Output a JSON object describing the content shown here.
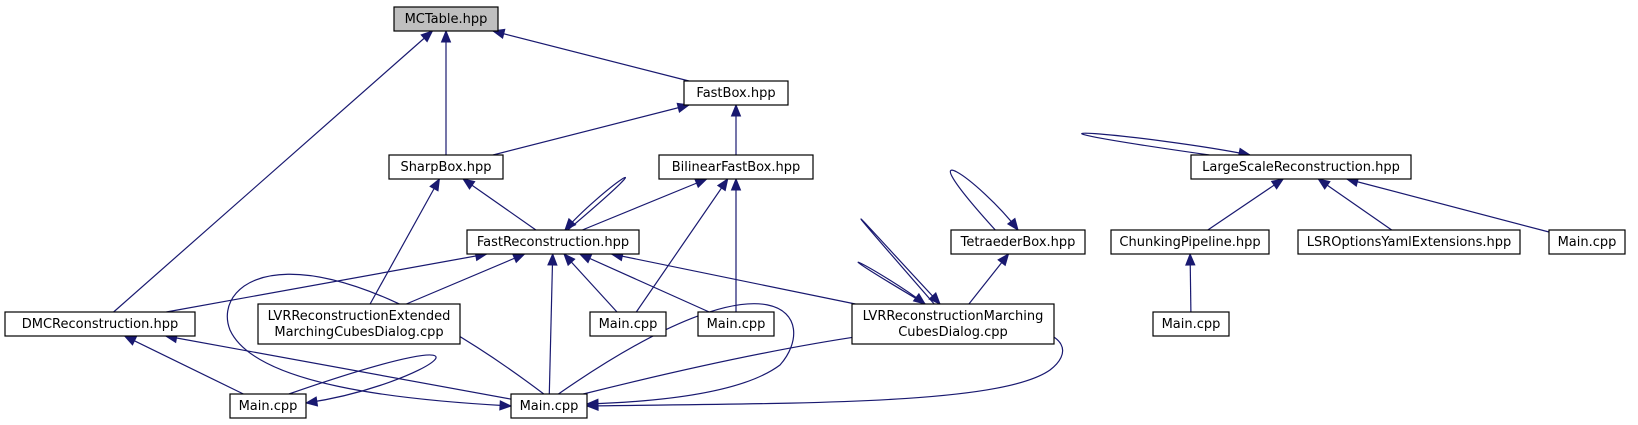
{
  "colors": {
    "edge": "#191970",
    "node_fill": "#ffffff",
    "highlight_fill": "#bfbfbf",
    "border": "#000000"
  },
  "nodes": [
    {
      "id": "mctable",
      "lines": [
        "MCTable.hpp"
      ],
      "highlight": true
    },
    {
      "id": "fastbox",
      "lines": [
        "FastBox.hpp"
      ]
    },
    {
      "id": "sharpbox",
      "lines": [
        "SharpBox.hpp"
      ]
    },
    {
      "id": "bilinear",
      "lines": [
        "BilinearFastBox.hpp"
      ]
    },
    {
      "id": "largescale",
      "lines": [
        "LargeScaleReconstruction.hpp"
      ]
    },
    {
      "id": "fastrecon",
      "lines": [
        "FastReconstruction.hpp"
      ]
    },
    {
      "id": "tetraeder",
      "lines": [
        "TetraederBox.hpp"
      ]
    },
    {
      "id": "chunking",
      "lines": [
        "ChunkingPipeline.hpp"
      ]
    },
    {
      "id": "lsroptions",
      "lines": [
        "LSROptionsYamlExtensions.hpp"
      ]
    },
    {
      "id": "main_ls",
      "lines": [
        "Main.cpp"
      ]
    },
    {
      "id": "dmc",
      "lines": [
        "DMCReconstruction.hpp"
      ]
    },
    {
      "id": "lvrext",
      "lines": [
        "LVRReconstructionExtended",
        "MarchingCubesDialog.cpp"
      ]
    },
    {
      "id": "main_a",
      "lines": [
        "Main.cpp"
      ]
    },
    {
      "id": "main_b",
      "lines": [
        "Main.cpp"
      ]
    },
    {
      "id": "lvrmc",
      "lines": [
        "LVRReconstructionMarching",
        "CubesDialog.cpp"
      ]
    },
    {
      "id": "main_chunk",
      "lines": [
        "Main.cpp"
      ]
    },
    {
      "id": "main_c",
      "lines": [
        "Main.cpp"
      ]
    },
    {
      "id": "main_d",
      "lines": [
        "Main.cpp"
      ]
    }
  ],
  "edges": [
    {
      "from": "mctable",
      "to": "fastbox"
    },
    {
      "from": "mctable",
      "to": "sharpbox"
    },
    {
      "from": "mctable",
      "to": "dmc"
    },
    {
      "from": "fastbox",
      "to": "sharpbox"
    },
    {
      "from": "fastbox",
      "to": "bilinear"
    },
    {
      "from": "fastbox",
      "to": "largescale"
    },
    {
      "from": "fastbox",
      "to": "fastrecon"
    },
    {
      "from": "fastbox",
      "to": "tetraeder"
    },
    {
      "from": "fastbox",
      "to": "lvrmc"
    },
    {
      "from": "sharpbox",
      "to": "fastrecon"
    },
    {
      "from": "sharpbox",
      "to": "lvrext"
    },
    {
      "from": "sharpbox",
      "to": "main_d"
    },
    {
      "from": "bilinear",
      "to": "fastrecon"
    },
    {
      "from": "bilinear",
      "to": "main_a"
    },
    {
      "from": "bilinear",
      "to": "main_b"
    },
    {
      "from": "bilinear",
      "to": "lvrmc"
    },
    {
      "from": "bilinear",
      "to": "main_d"
    },
    {
      "from": "largescale",
      "to": "chunking"
    },
    {
      "from": "largescale",
      "to": "lsroptions"
    },
    {
      "from": "largescale",
      "to": "main_ls"
    },
    {
      "from": "fastrecon",
      "to": "dmc"
    },
    {
      "from": "fastrecon",
      "to": "lvrext"
    },
    {
      "from": "fastrecon",
      "to": "main_a"
    },
    {
      "from": "fastrecon",
      "to": "main_b"
    },
    {
      "from": "fastrecon",
      "to": "lvrmc"
    },
    {
      "from": "fastrecon",
      "to": "main_c"
    },
    {
      "from": "fastrecon",
      "to": "main_d"
    },
    {
      "from": "tetraeder",
      "to": "lvrmc"
    },
    {
      "from": "tetraeder",
      "to": "main_d"
    },
    {
      "from": "chunking",
      "to": "main_chunk"
    },
    {
      "from": "dmc",
      "to": "main_c"
    },
    {
      "from": "dmc",
      "to": "main_d"
    }
  ]
}
